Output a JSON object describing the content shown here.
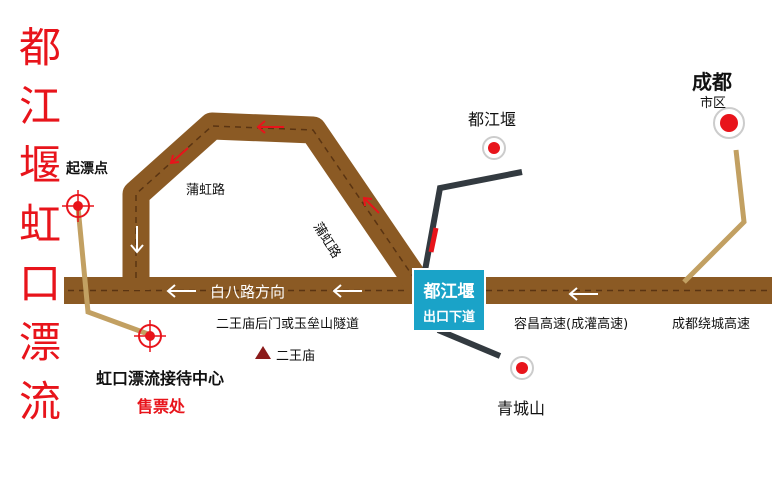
{
  "title_chars": [
    "都",
    "江",
    "堰",
    "虹",
    "口",
    "漂",
    "流"
  ],
  "labels": {
    "start_point": "起漂点",
    "puhong_road_1": "蒲虹路",
    "puhong_road_2": "蒲虹路",
    "dujiangyan": "都江堰",
    "chengdu": "成都",
    "chengdu_sub": "市区",
    "baiba_direction": "白八路方向",
    "erwang_tunnel": "二王庙后门或玉垒山隧道",
    "erwang_temple": "二王庙",
    "reception": "虹口漂流接待中心",
    "ticket": "售票处",
    "qingcheng": "青城山",
    "rongchang_highway": "容昌高速(成灌高速)",
    "ring_highway": "成都绕城高速"
  },
  "exit": {
    "line1": "都江堰",
    "line2": "出口下道"
  },
  "colors": {
    "title_red": "#e8141b",
    "road_brown": "#8b5a24",
    "dark_road": "#333a40",
    "exit_blue": "#1aa3c8",
    "marker_red": "#e8141b"
  }
}
